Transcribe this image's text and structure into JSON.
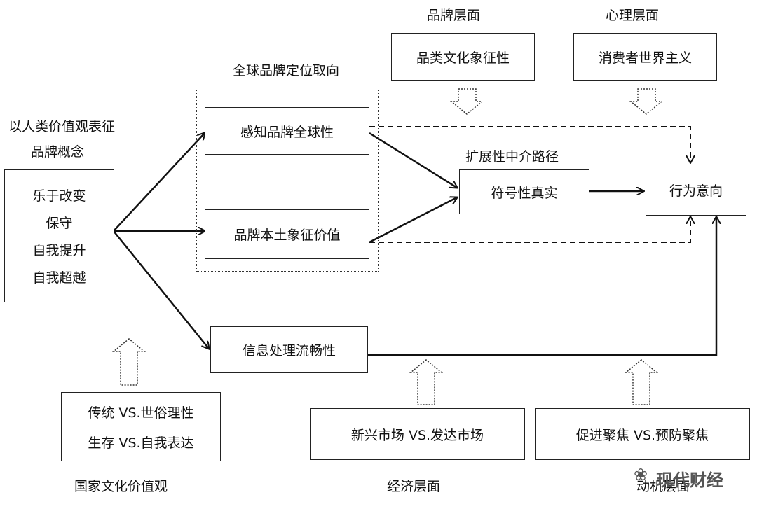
{
  "labels": {
    "brand_level": "品牌层面",
    "psych_level": "心理层面",
    "global_orient": "全球品牌定位取向",
    "human_values": "以人类价值观表征",
    "brand_concept": "品牌概念",
    "ext_path": "扩展性中介路径",
    "national": "国家文化价值观",
    "economic": "经济层面",
    "motive": "动机层面"
  },
  "boxes": {
    "category_symbol": "品类文化象征性",
    "consumer_cosmo": "消费者世界主义",
    "perceived_global": "感知品牌全球性",
    "local_symbol": "品牌本土象征价值",
    "symbolic_auth": "符号性真实",
    "behavior": "行为意向",
    "info_fluency": "信息处理流畅性",
    "values": [
      "乐于改变",
      "保守",
      "自我提升",
      "自我超越"
    ],
    "national_items": [
      "传统 VS.世俗理性",
      "生存 VS.自我表达"
    ],
    "economic_item": "新兴市场 VS.发达市场",
    "motive_item": "促进聚焦 VS.预防聚焦"
  },
  "watermark": "现代财经"
}
